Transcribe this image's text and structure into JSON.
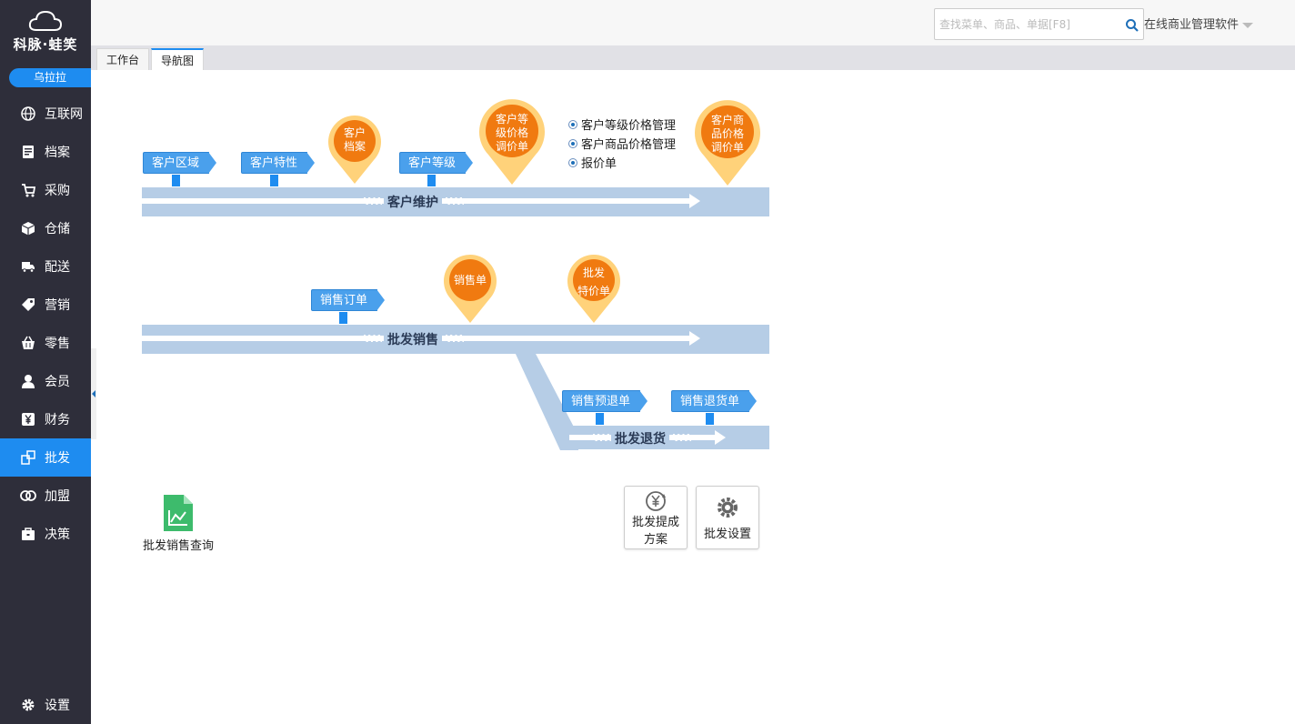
{
  "app": {
    "logo_text": "科脉·蛙笑",
    "user_name": "乌拉拉"
  },
  "sidebar": {
    "items": [
      {
        "label": "互联网",
        "icon": "globe-icon"
      },
      {
        "label": "档案",
        "icon": "archive-icon"
      },
      {
        "label": "采购",
        "icon": "cart-icon"
      },
      {
        "label": "仓储",
        "icon": "box-icon"
      },
      {
        "label": "配送",
        "icon": "truck-icon"
      },
      {
        "label": "营销",
        "icon": "tag-icon"
      },
      {
        "label": "零售",
        "icon": "basket-icon"
      },
      {
        "label": "会员",
        "icon": "user-icon"
      },
      {
        "label": "财务",
        "icon": "yen-icon"
      },
      {
        "label": "批发",
        "icon": "wholesale-icon",
        "active": true
      },
      {
        "label": "加盟",
        "icon": "rings-icon"
      },
      {
        "label": "决策",
        "icon": "briefcase-icon"
      }
    ],
    "settings_label": "设置"
  },
  "topbar": {
    "search_placeholder": "查找菜单、商品、单据[F8]",
    "brand_text": "在线商业管理软件"
  },
  "tabs": [
    {
      "label": "工作台",
      "active": false
    },
    {
      "label": "导航图",
      "active": true
    }
  ],
  "flow": {
    "customer": {
      "band_label": "客户维护",
      "flags": [
        "客户区域",
        "客户特性",
        "客户等级"
      ],
      "pins": [
        "客户\n档案",
        "客户等\n级价格\n调价单",
        "客户商\n品价格\n调价单"
      ],
      "radio_items": [
        "客户等级价格管理",
        "客户商品价格管理",
        "报价单"
      ]
    },
    "sales": {
      "band_label": "批发销售",
      "flags": [
        "销售订单"
      ],
      "pins": [
        "销售单",
        "批发\n特价单"
      ]
    },
    "returns": {
      "band_label": "批发退货",
      "flags": [
        "销售预退单",
        "销售退货单"
      ]
    }
  },
  "reports": {
    "sales_query": "批发销售查询"
  },
  "tools": {
    "commission": "批发提成\n方案",
    "settings": "批发设置"
  },
  "colors": {
    "sidebar_bg": "#2e2e3a",
    "accent": "#1e8cf0",
    "band": "#b6cde6",
    "pin_orange": "#f07a10",
    "pin_halo": "#ffd27a",
    "report_green": "#3dbb6c"
  }
}
